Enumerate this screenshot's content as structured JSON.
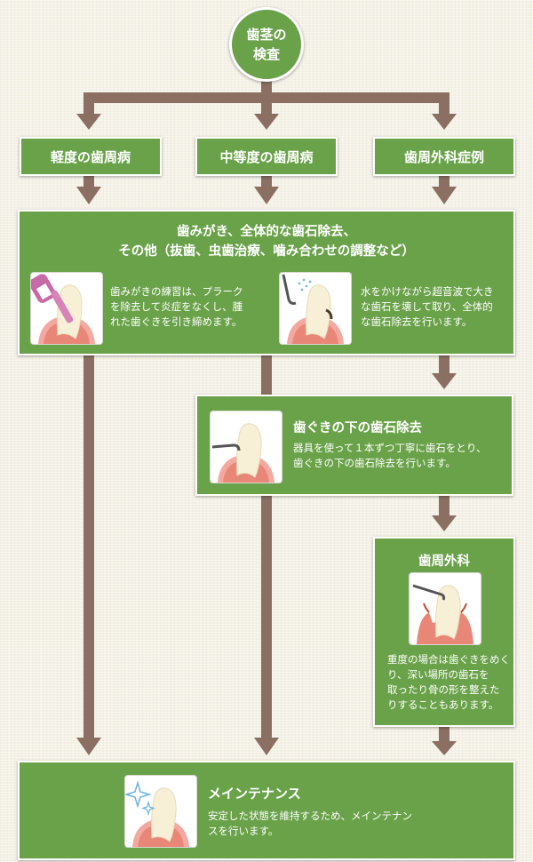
{
  "top": {
    "line1": "歯茎の",
    "line2": "検査"
  },
  "categories": [
    "軽度の歯周病",
    "中等度の歯周病",
    "歯周外科症例"
  ],
  "main": {
    "title_line1": "歯みがき、全体的な歯石除去、",
    "title_line2": "その他（抜歯、虫歯治療、噛み合わせの調整など）",
    "left_text": [
      "歯みがきの練習は、プラーク",
      "を除去して炎症をなくし、腫",
      "れた歯ぐきを引き締めます。"
    ],
    "right_text": [
      "水をかけながら超音波で大き",
      "な歯石を壊して取り、全体的",
      "な歯石除去を行います。"
    ]
  },
  "subgingival": {
    "title": "歯ぐきの下の歯石除去",
    "text": [
      "器具を使って１本ずつ丁寧に歯石をとり、",
      "歯ぐきの下の歯石除去を行います。"
    ]
  },
  "surgery": {
    "title": "歯周外科",
    "text": [
      "重度の場合は歯ぐきをめく",
      "り、深い場所の歯石を",
      "取ったり骨の形を整えた",
      "りすることもあります。"
    ]
  },
  "maintenance": {
    "title": "メインテナンス",
    "text": [
      "安定した状態を維持するため、メインテナン",
      "スを行います。"
    ]
  },
  "colors": {
    "box_green": "#6aa24a",
    "arrow_brown": "#8b6f62",
    "background": "#f4f1e6"
  },
  "icons": [
    "toothbrush-tooth-illustration",
    "ultrasonic-scaler-tooth-illustration",
    "scaler-tooth-illustration",
    "surgery-tooth-illustration",
    "sparkle-tooth-illustration"
  ]
}
